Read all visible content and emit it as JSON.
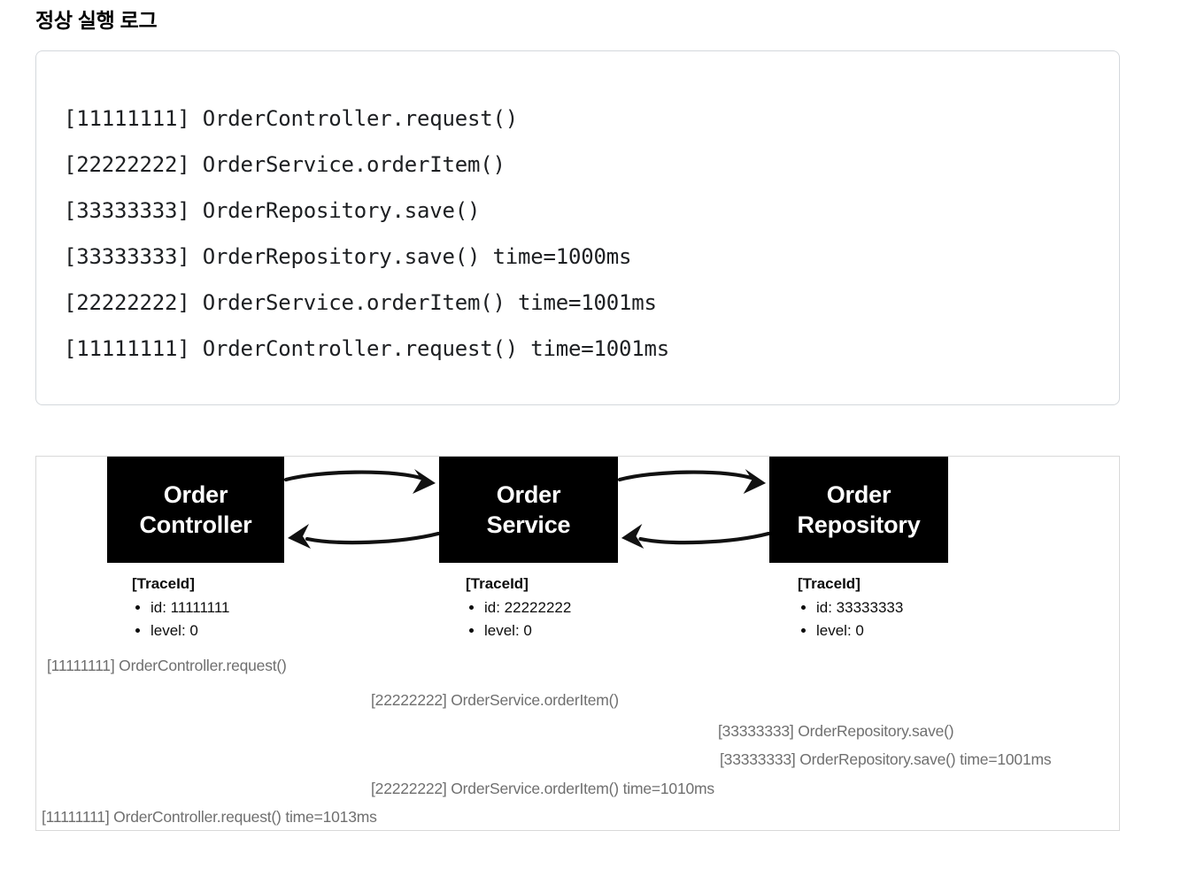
{
  "page": {
    "title": "정상 실행 로그"
  },
  "code_block": {
    "lines": [
      "[11111111] OrderController.request()",
      "[22222222] OrderService.orderItem()",
      "[33333333] OrderRepository.save()",
      "[33333333] OrderRepository.save() time=1000ms",
      "[22222222] OrderService.orderItem() time=1001ms",
      "[11111111] OrderController.request() time=1001ms"
    ]
  },
  "diagram": {
    "nodes": [
      {
        "label_line1": "Order",
        "label_line2": "Controller",
        "trace": {
          "header": "[TraceId]",
          "items": [
            "id: 11111111",
            "level: 0"
          ]
        }
      },
      {
        "label_line1": "Order",
        "label_line2": "Service",
        "trace": {
          "header": "[TraceId]",
          "items": [
            "id: 22222222",
            "level: 0"
          ]
        }
      },
      {
        "label_line1": "Order",
        "label_line2": "Repository",
        "trace": {
          "header": "[TraceId]",
          "items": [
            "id: 33333333",
            "level: 0"
          ]
        }
      }
    ],
    "logs": [
      "[11111111] OrderController.request()",
      "[22222222] OrderService.orderItem()",
      "[33333333] OrderRepository.save()",
      "[33333333] OrderRepository.save() time=1001ms",
      "[22222222] OrderService.orderItem() time=1010ms",
      "[11111111] OrderController.request() time=1013ms"
    ],
    "colors": {
      "node_background": "#000000",
      "node_text": "#ffffff",
      "log_text": "#6f6f6f",
      "panel_border": "#d9d9d9",
      "code_border": "#d4d8dc",
      "arrow": "#111111"
    }
  }
}
